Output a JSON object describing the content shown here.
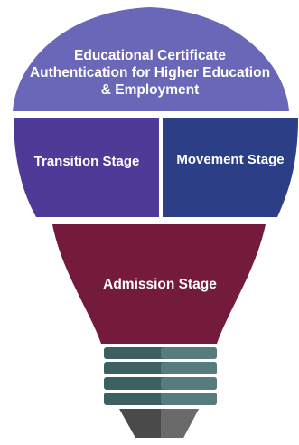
{
  "diagram": {
    "top_label": "Educational Certificate Authentication for Higher Education & Employment",
    "left_label": "Transition Stage",
    "right_label": "Movement Stage",
    "bottom_label": "Admission Stage"
  },
  "colors": {
    "top": "#6a66b8",
    "left": "#4f3a98",
    "right": "#2c3f86",
    "middle": "#741a3c",
    "base_dark": "#3c5f60",
    "base_light": "#567c7d",
    "tip_dark": "#4a4a4a",
    "tip_light": "#6a6a6a"
  }
}
